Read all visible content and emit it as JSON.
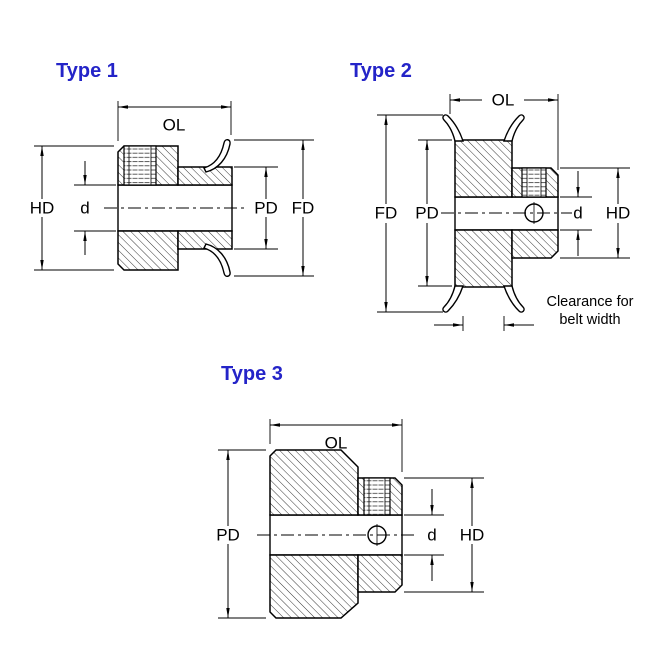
{
  "colors": {
    "title_blue": "#2424c8",
    "line_black": "#000000",
    "background": "#ffffff"
  },
  "figures": {
    "type1": {
      "title": "Type 1",
      "dims": {
        "ol": "OL",
        "hd": "HD",
        "d": "d",
        "pd": "PD",
        "fd": "FD"
      }
    },
    "type2": {
      "title": "Type 2",
      "dims": {
        "ol": "OL",
        "fd": "FD",
        "pd": "PD",
        "d": "d",
        "hd": "HD"
      },
      "note_line1": "Clearance for",
      "note_line2": "belt width"
    },
    "type3": {
      "title": "Type 3",
      "dims": {
        "ol": "OL",
        "pd": "PD",
        "d": "d",
        "hd": "HD"
      }
    }
  }
}
